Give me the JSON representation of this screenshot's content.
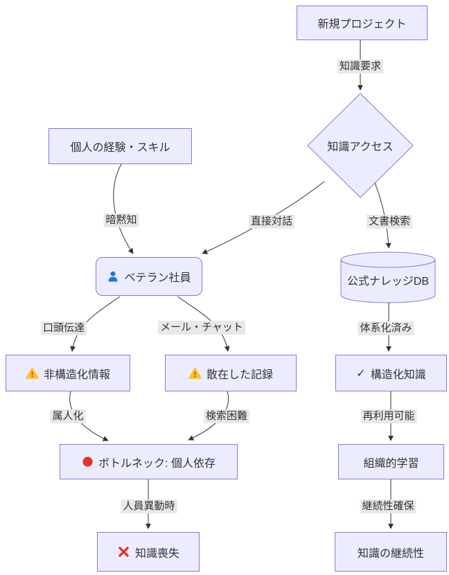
{
  "diagram": {
    "title": "knowledge-flow-diagram",
    "colors": {
      "node_fill": "#ECECFF",
      "node_border": "#9370DB",
      "edge_stroke": "#333333",
      "edge_label_bg": "#e8e8e8",
      "text": "#333333",
      "person_icon": "#1f76d6",
      "warning_icon_fill": "#FFC02E",
      "warning_icon_mark": "#9c5c00",
      "alert_red": "#e23528"
    },
    "nodes": {
      "new_project": {
        "label": "新規プロジェクト",
        "shape": "rect"
      },
      "knowledge_access": {
        "label": "知識アクセス",
        "shape": "diamond"
      },
      "personal_experience": {
        "label": "個人の経験・スキル",
        "shape": "rect"
      },
      "veteran": {
        "label": "ベテラン社員",
        "shape": "rounded-rect",
        "icon": "person-icon"
      },
      "knowledge_db": {
        "label": "公式ナレッジDB",
        "shape": "cylinder"
      },
      "unstructured": {
        "label": "非構造化情報",
        "shape": "rect",
        "icon": "warning-icon"
      },
      "scattered": {
        "label": "散在した記録",
        "shape": "rect",
        "icon": "warning-icon"
      },
      "structured": {
        "label": "構造化知識",
        "shape": "rect",
        "icon_char": "✓"
      },
      "bottleneck": {
        "label": "ボトルネック: 個人依存",
        "shape": "rect",
        "icon": "red-circle-icon"
      },
      "org_learning": {
        "label": "組織的学習",
        "shape": "rect"
      },
      "knowledge_loss": {
        "label": "知識喪失",
        "shape": "rect",
        "icon": "red-x-icon"
      },
      "continuity": {
        "label": "知識の継続性",
        "shape": "rect"
      }
    },
    "edges": {
      "knowledge_request": {
        "label": "知識要求",
        "from": "new_project",
        "to": "knowledge_access"
      },
      "tacit_knowledge": {
        "label": "暗黙知",
        "from": "personal_experience",
        "to": "veteran"
      },
      "direct_dialogue": {
        "label": "直接対話",
        "from": "knowledge_access",
        "to": "veteran"
      },
      "document_search": {
        "label": "文書検索",
        "from": "knowledge_access",
        "to": "knowledge_db"
      },
      "oral_transmission": {
        "label": "口頭伝達",
        "from": "veteran",
        "to": "unstructured"
      },
      "email_chat": {
        "label": "メール・チャット",
        "from": "veteran",
        "to": "scattered"
      },
      "systematized": {
        "label": "体系化済み",
        "from": "knowledge_db",
        "to": "structured"
      },
      "personalized": {
        "label": "属人化",
        "from": "unstructured",
        "to": "bottleneck"
      },
      "search_difficulty": {
        "label": "検索困難",
        "from": "scattered",
        "to": "bottleneck"
      },
      "reusable": {
        "label": "再利用可能",
        "from": "structured",
        "to": "org_learning"
      },
      "personnel_change": {
        "label": "人員異動時",
        "from": "bottleneck",
        "to": "knowledge_loss"
      },
      "continuity_assured": {
        "label": "継続性確保",
        "from": "org_learning",
        "to": "continuity"
      }
    }
  }
}
